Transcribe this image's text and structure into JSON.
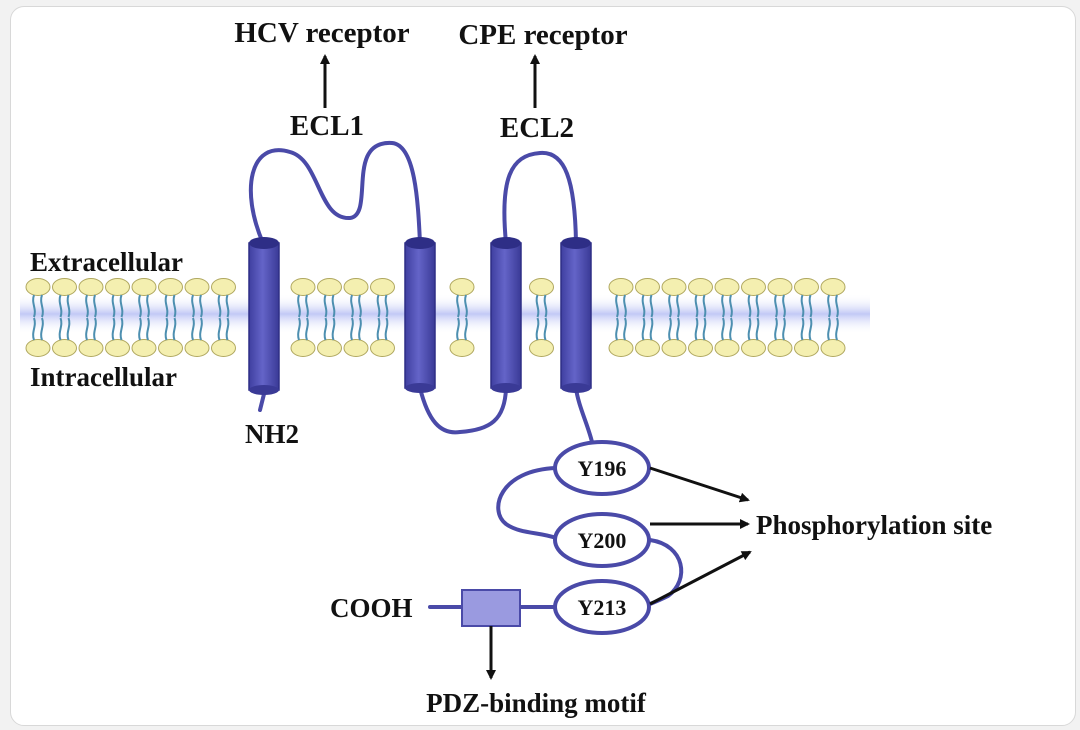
{
  "labels": {
    "hcv_receptor": "HCV receptor",
    "cpe_receptor": "CPE receptor",
    "ecl1": "ECL1",
    "ecl2": "ECL2",
    "extracellular": "Extracellular",
    "intracellular": "Intracellular",
    "nh2": "NH2",
    "cooh": "COOH",
    "phosphorylation_site": "Phosphorylation site",
    "pdz_binding_motif": "PDZ-binding motif"
  },
  "residues": [
    "Y196",
    "Y200",
    "Y213"
  ],
  "colors": {
    "protein": "#4a4aa8",
    "helix": "#5a5abf",
    "helix_top": "#2e2e86",
    "lipid_head": "#f4efb0",
    "lipid_head_stroke": "#b0a860",
    "lipid_tail": "#4d8fb0",
    "membrane_glow": "#cfd4f7",
    "pdz_box": "#9a9ae0",
    "arrow": "#111111"
  },
  "icons": {
    "helix": "cylinder-helix-icon",
    "lipid": "phospholipid-icon",
    "arrow": "arrow-icon"
  }
}
